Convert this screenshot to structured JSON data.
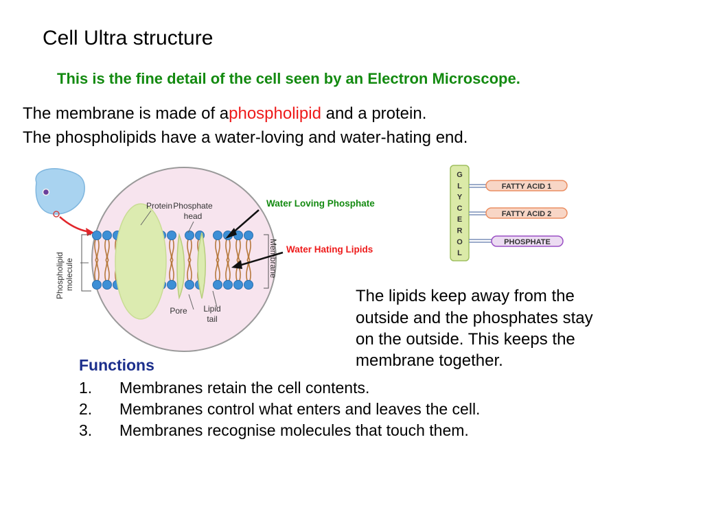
{
  "slide": {
    "title": "Cell Ultra structure",
    "subtitle": "This is the fine detail of the cell seen by an Electron Microscope.",
    "intro": {
      "line1_pre": "The membrane is made of a",
      "line1_highlight": "phospholipid",
      "line1_post": " and a protein.",
      "line2": "The phospholipids have a water-loving and water-hating end."
    },
    "diagram": {
      "labels": {
        "protein": "Protein",
        "phosphate_head_1": "Phosphate",
        "phosphate_head_2": "head",
        "pore": "Pore",
        "lipid_tail_1": "Lipid",
        "lipid_tail_2": "tail",
        "membrane": "Membrane",
        "phospholipid_molecule_1": "Phospholipid",
        "phospholipid_molecule_2": "molecule"
      },
      "callouts": {
        "water_loving": "Water Loving Phosphate",
        "water_hating": "Water Hating Lipids"
      },
      "colors": {
        "callout_green": "#138a10",
        "callout_red": "#ee1a1a",
        "head_blue": "#3d8fd6",
        "protein_green": "#dcebb0",
        "circle_pink": "#f7e4ee"
      }
    },
    "glycerol": {
      "letters": [
        "G",
        "L",
        "Y",
        "C",
        "E",
        "R",
        "O",
        "L"
      ],
      "fatty_acid_1": "FATTY ACID 1",
      "fatty_acid_2": "FATTY ACID 2",
      "phosphate": "PHOSPHATE"
    },
    "side_text": [
      "The lipids keep away from the",
      "outside and the phosphates stay",
      "on the outside. This keeps the",
      "membrane together."
    ],
    "functions": {
      "heading": "Functions",
      "items": [
        {
          "num": "1.",
          "text": "Membranes retain the cell contents."
        },
        {
          "num": "2.",
          "text": "Membranes control what enters and leaves the cell."
        },
        {
          "num": "3.",
          "text": "Membranes recognise molecules that touch them."
        }
      ]
    }
  }
}
